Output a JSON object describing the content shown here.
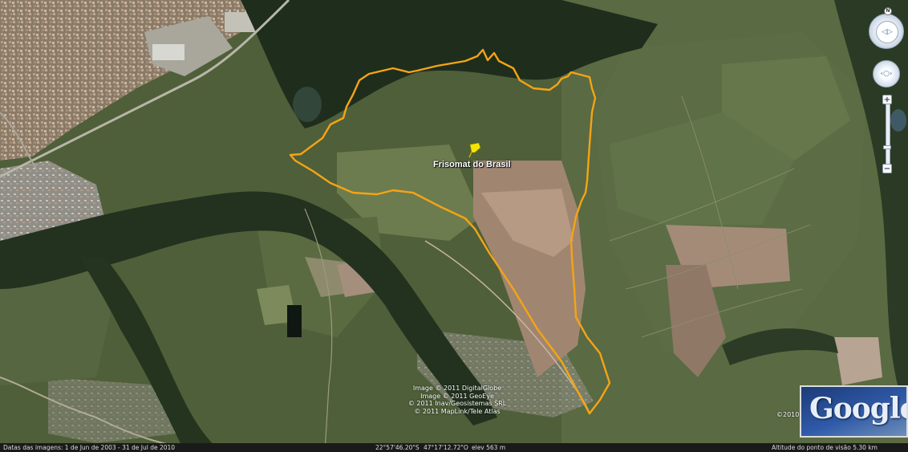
{
  "placemark": {
    "label": "Frisomat do Brasil",
    "color": "#f5e400"
  },
  "boundary": {
    "color": "#f4a415"
  },
  "credits": [
    "Image © 2011 DigitalGlobe",
    "Image © 2011 GeoEye",
    "© 2011 Inav/Geosistemas SRL",
    "© 2011 MapLink/Tele Atlas"
  ],
  "status": {
    "imagery_dates": "Datas das imagens: 1 de Jun de 2003 - 31 de Jul de 2010",
    "latitude": "22°57'46.20\"S",
    "longitude": "47°17'12.72\"O",
    "elevation": "elev  563 m",
    "eye_altitude": "Altitude do ponto de visão   5.30 km"
  },
  "logo": {
    "text": "Google",
    "year_text": "©2010"
  },
  "controls": {
    "north": "N",
    "zoom_in": "+",
    "zoom_out": "−",
    "zoom_level": 0.72
  }
}
